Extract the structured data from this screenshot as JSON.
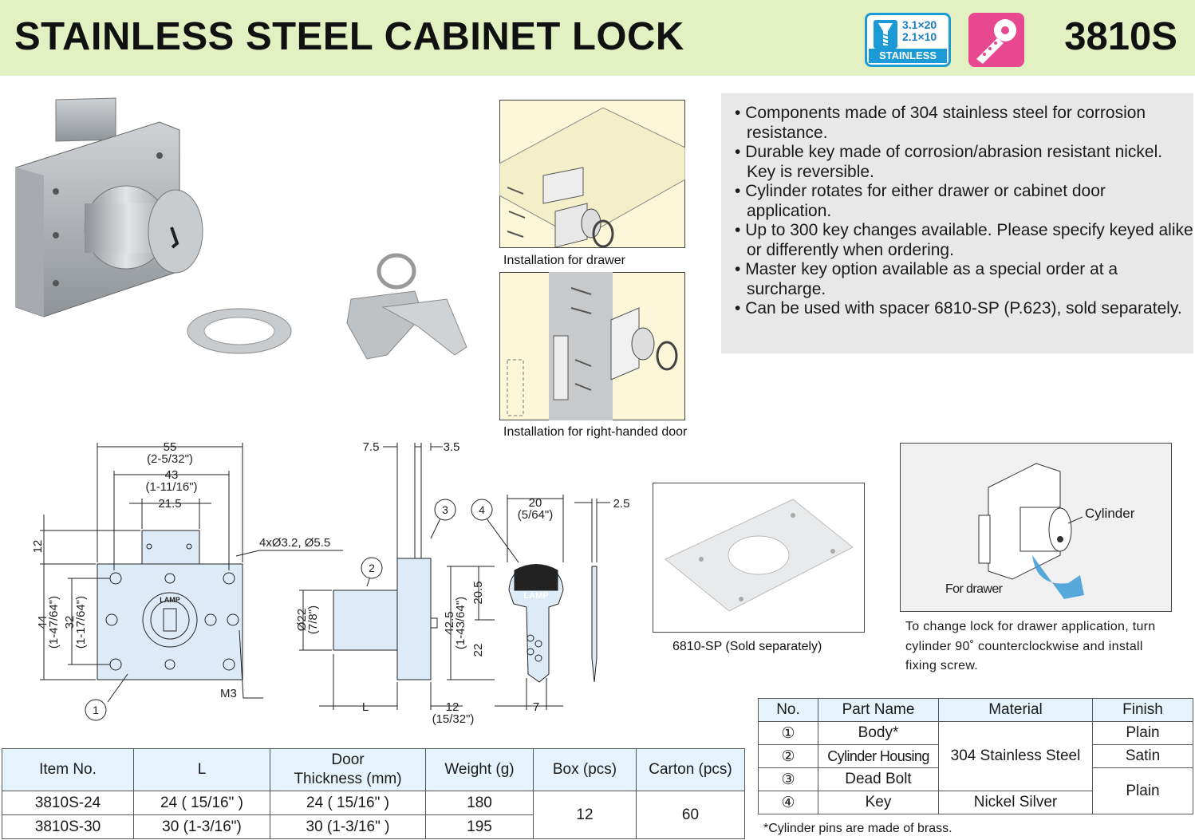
{
  "header": {
    "title": "STAINLESS STEEL CABINET LOCK",
    "model": "3810S",
    "screw_badge": {
      "line1": "3.1×20",
      "line2": "2.1×10",
      "label": "STAINLESS"
    }
  },
  "features": [
    "Components made of 304 stainless steel for corrosion resistance.",
    "Durable key made of corrosion/abrasion resistant nickel. Key is reversible.",
    "Cylinder rotates for either drawer or cabinet door application.",
    "Up to 300 key changes available. Please specify keyed alike or differently when ordering.",
    "Master key option available as a special order at a surcharge.",
    "Can be used with spacer 6810-SP (P.623), sold separately."
  ],
  "installation": {
    "drawer_caption": "Installation for drawer",
    "door_caption": "Installation for right-handed door"
  },
  "drawing": {
    "d55": "55",
    "d55_in": "(2-5/32\")",
    "d43": "43",
    "d43_in": "(1-11/16\")",
    "d21_5": "21.5",
    "d12": "12",
    "holes": "4xØ3.2, Ø5.5",
    "d44": "44",
    "d44_in": "(1-47/64\")",
    "d32": "32",
    "d32_in": "(1-17/64\")",
    "m3": "M3",
    "c1": "1",
    "c2": "2",
    "c3": "3",
    "c4": "4",
    "d7_5": "7.5",
    "d3_5": "3.5",
    "d22": "Ø22",
    "d22_in": "(7/8\")",
    "d42_5": "42.5",
    "d42_5_in": "(1-43/64\")",
    "d20_5": "20.5",
    "d22b": "22",
    "dL": "L",
    "d12b": "12",
    "d12b_in": "(15/32\")",
    "d20": "20",
    "d20_in": "(5/64\")",
    "d2_5": "2.5",
    "d7": "7",
    "brand": "LAMP"
  },
  "spacer": {
    "caption": "6810-SP (Sold separately)"
  },
  "cylinder_note": {
    "cylinder_label": "Cylinder",
    "drawer_label": "For drawer",
    "text": "To change lock for drawer application, turn cylinder 90˚ counterclockwise and install fixing screw."
  },
  "spec_table": {
    "headers": [
      "Item No.",
      "L",
      "Door\nThickness (mm)",
      "Weight (g)",
      "Box (pcs)",
      "Carton (pcs)"
    ],
    "rows": [
      {
        "item": "3810S-24",
        "L": "24 ( 15/16\" )",
        "door": "24 ( 15/16\" )",
        "weight": "180"
      },
      {
        "item": "3810S-30",
        "L": "30 (1-3/16\")",
        "door": "30 (1-3/16\" )",
        "weight": "195"
      }
    ],
    "box": "12",
    "carton": "60"
  },
  "parts_table": {
    "headers": [
      "No.",
      "Part Name",
      "Material",
      "Finish"
    ],
    "rows": [
      {
        "no": "①",
        "part": "Body*"
      },
      {
        "no": "②",
        "part": "Cylinder Housing"
      },
      {
        "no": "③",
        "part": "Dead Bolt"
      },
      {
        "no": "④",
        "part": "Key"
      }
    ],
    "material_steel": "304 Stainless Steel",
    "material_key": "Nickel Silver",
    "finish_plain1": "Plain",
    "finish_satin": "Satin",
    "finish_plain2": "Plain",
    "footnote": "*Cylinder pins are made of brass."
  }
}
